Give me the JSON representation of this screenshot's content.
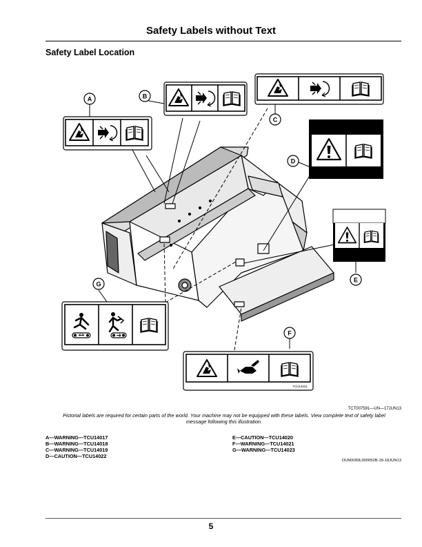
{
  "page": {
    "title": "Safety Labels without Text",
    "section_heading": "Safety Label Location",
    "figure_id": "TCT007591—UN—17JUN13",
    "caption": "Pictorial labels are required for certain parts of the world. Your machine may not be equipped with these labels. View complete text of safety label message following this illustration.",
    "doc_code": "OUMX068,000052B-19-18JUN13",
    "page_number": "5"
  },
  "callouts": {
    "a": "A",
    "b": "B",
    "c": "C",
    "d": "D",
    "e": "E",
    "f": "F",
    "g": "G"
  },
  "label_codes": {
    "f": "TCU14021"
  },
  "legend": {
    "left": [
      "A—WARNING—TCU14017",
      "B—WARNING—TCU14018",
      "C—WARNING—TCU14019",
      "D—CAUTION—TCU14022"
    ],
    "right": [
      "E—CAUTION—TCU14020",
      "F—WARNING—TCU14021",
      "G—WARNING—TCU14023"
    ]
  },
  "icons": [
    "crush-hazard-icon",
    "rotating-parts-icon",
    "manual-icon",
    "exclamation-icon",
    "slip-hazard-icon",
    "entanglement-icon"
  ]
}
